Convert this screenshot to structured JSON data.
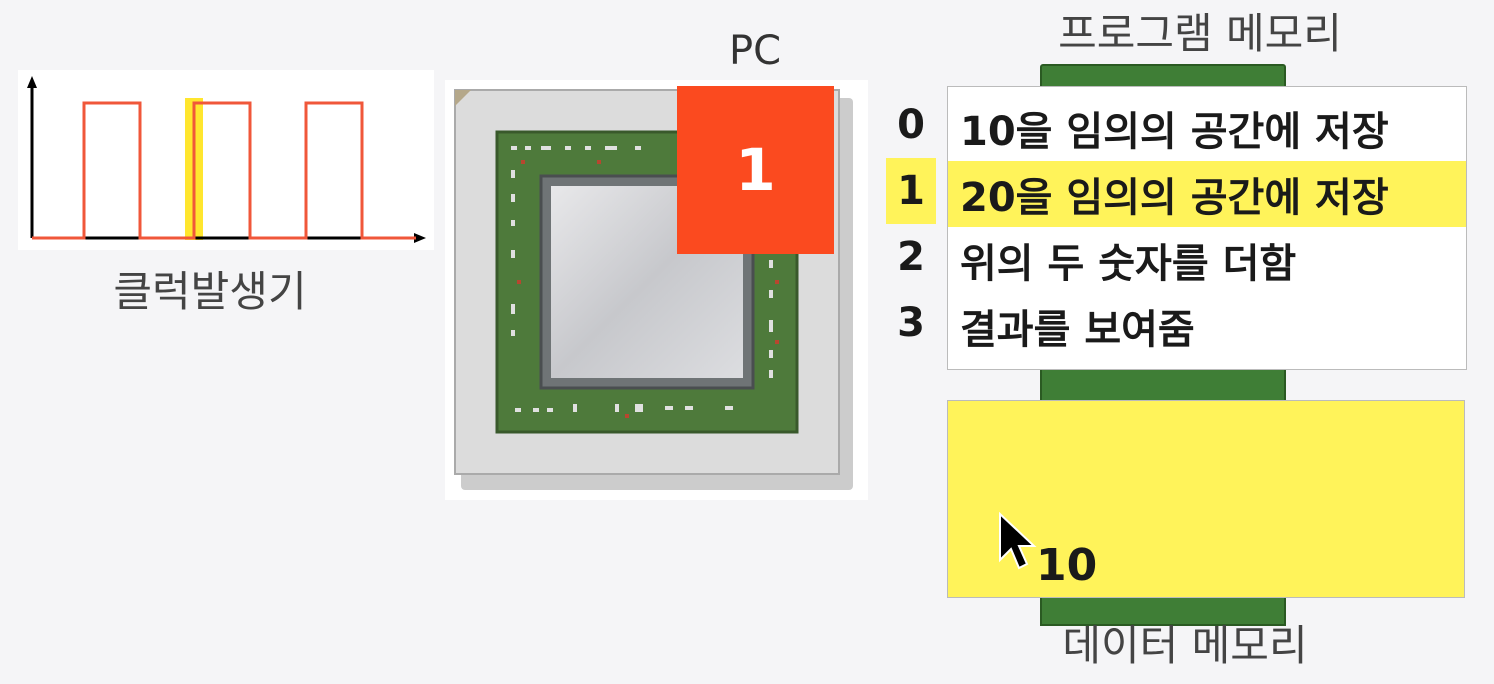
{
  "clock": {
    "label": "클럭발생기"
  },
  "cpu": {
    "pc_label": "PC",
    "pc_value": "1"
  },
  "program_memory": {
    "title": "프로그램 메모리",
    "highlight_color": "#fff35a",
    "rows": [
      {
        "address": "0",
        "instruction": "10을 임의의 공간에 저장"
      },
      {
        "address": "1",
        "instruction": "20을 임의의 공간에 저장",
        "highlighted": true
      },
      {
        "address": "2",
        "instruction": "위의 두 숫자를 더함"
      },
      {
        "address": "3",
        "instruction": "결과를 보여줌"
      }
    ]
  },
  "data_memory": {
    "title": "데이터 메모리",
    "value": "10",
    "color": "#fff35a"
  },
  "colors": {
    "pc_box": "#fb4a1f",
    "clock_signal": "#f0573a",
    "clock_marker": "#ffe62e"
  }
}
